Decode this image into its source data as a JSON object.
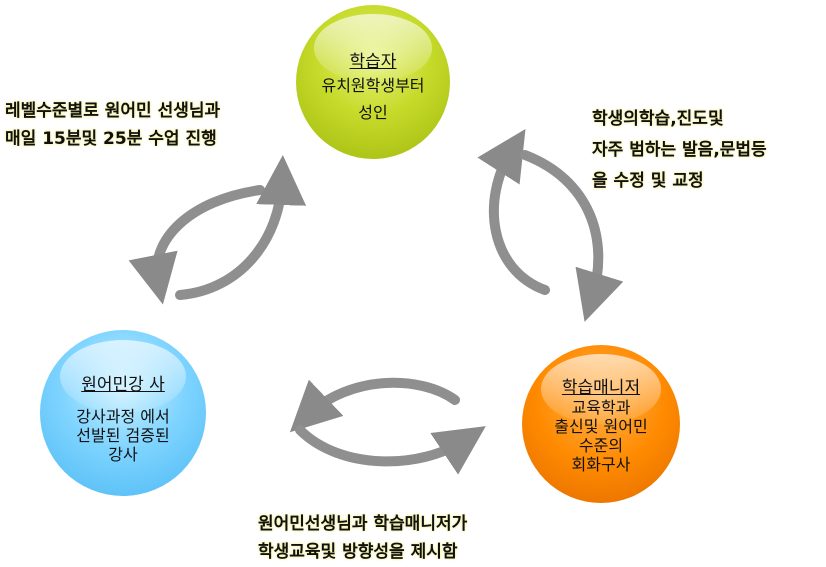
{
  "nodes": {
    "learner": {
      "title": "학습자",
      "lines": [
        "유치원학생부터",
        "성인"
      ],
      "color": "#c6da2a"
    },
    "manager": {
      "title": "학습매니저",
      "lines": [
        "교육학과",
        "출신및 원어민",
        "수준의",
        "회화구사"
      ],
      "color": "#ff8a00"
    },
    "teacher": {
      "title": "원어민강 사",
      "lines": [
        "강사과정 에서",
        "선발된 검증된",
        "강사"
      ],
      "color": "#7fd4ff"
    }
  },
  "notes": {
    "left": [
      "레벨수준별로 원어민 선생님과",
      "매일 15분및 25분 수업 진행"
    ],
    "right": [
      "학생의학습,진도및",
      "자주 범하는 발음,문법등",
      "을 수정 및 교정"
    ],
    "bottom": [
      "원어민선생님과 학습매니저가",
      "학생교육및 방향성을 제시함"
    ]
  }
}
